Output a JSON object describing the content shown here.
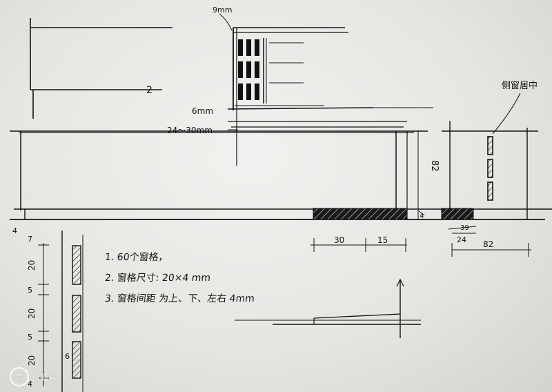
{
  "dims": {
    "pane_thickness": "9mm",
    "gap_bottom": "6mm",
    "frame_depth": "24～30mm",
    "height_82": "82",
    "width_82": "82",
    "small_4": "4",
    "dim_30": "30",
    "dim_15": "15",
    "dim_39": "39",
    "dim_24": "24",
    "side_label": "侧窗居中",
    "left_top": "4",
    "left_7": "7",
    "left_20a": "20",
    "left_5a": "5",
    "left_20b": "20",
    "left_5b": "5",
    "left_20c": "20",
    "left_6": "6",
    "left_bottom": "4",
    "top_left_2": "2"
  },
  "notes": [
    "1.  60个窗格，",
    "2.  窗格尺寸: 20×4 mm",
    "3.  窗格间距 为上、下、左右 4mm"
  ],
  "watermark": {
    "logo": "帝",
    "text": "搜狐号"
  }
}
